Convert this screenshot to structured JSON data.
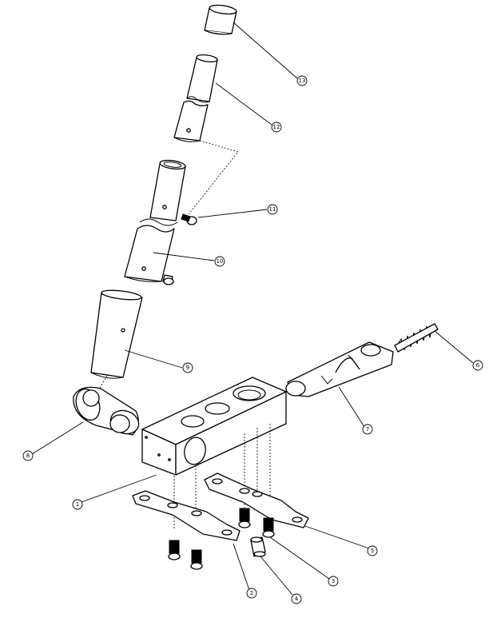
{
  "diagram": {
    "callouts": [
      {
        "id": "13",
        "label": "13"
      },
      {
        "id": "12",
        "label": "12"
      },
      {
        "id": "11",
        "label": "11"
      },
      {
        "id": "10",
        "label": "10"
      },
      {
        "id": "9",
        "label": "9"
      },
      {
        "id": "8",
        "label": "8"
      },
      {
        "id": "7",
        "label": "7"
      },
      {
        "id": "6",
        "label": "6"
      },
      {
        "id": "5",
        "label": "5"
      },
      {
        "id": "4",
        "label": "4"
      },
      {
        "id": "3",
        "label": "3"
      },
      {
        "id": "2",
        "label": "2"
      },
      {
        "id": "1",
        "label": "1"
      }
    ]
  }
}
